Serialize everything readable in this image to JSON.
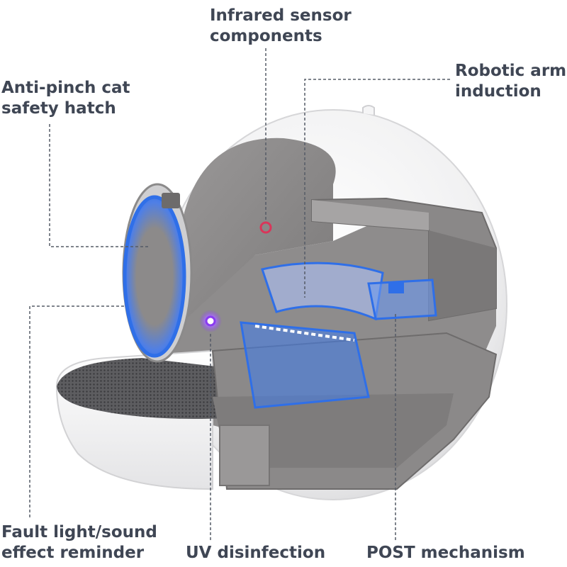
{
  "callouts": {
    "infrared": {
      "line1": "Infrared sensor",
      "line2": "components"
    },
    "robotic_arm": {
      "line1": "Robotic arm",
      "line2": "induction"
    },
    "hatch": {
      "line1": "Anti-pinch cat",
      "line2": "safety hatch"
    },
    "fault": {
      "line1": "Fault light/sound",
      "line2": "effect reminder"
    },
    "uv": {
      "line1": "UV disinfection"
    },
    "post": {
      "line1": "POST mechanism"
    }
  },
  "colors": {
    "label_text": "#3f4654",
    "leader_line": "#555b66",
    "shell": "#f3f3f4",
    "interior": "#8f8d8d",
    "highlight_blue": "#2f6fe8",
    "infrared_dot": "#d9365a",
    "uv_dot": "#8a3cf0"
  }
}
